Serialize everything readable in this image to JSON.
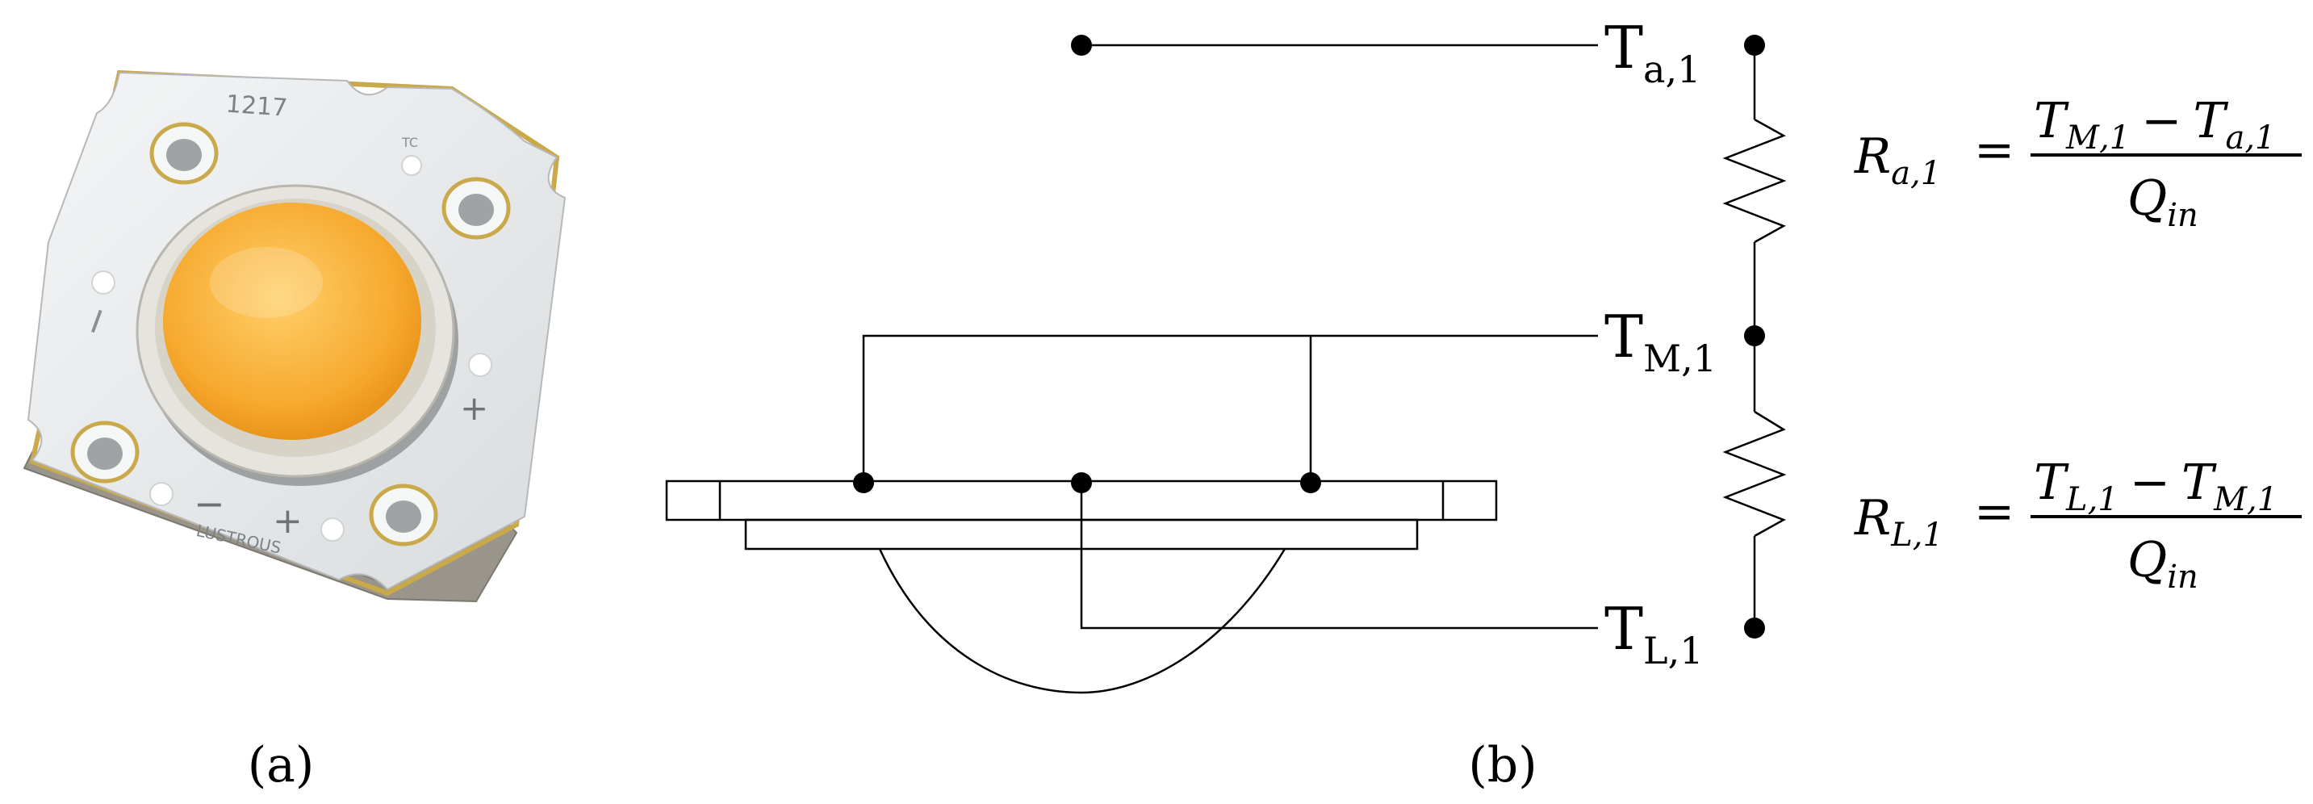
{
  "panels": {
    "a": {
      "label": "(a)",
      "chip_marking": "1217",
      "chip_tc": "TC",
      "chip_brand": "LUSTROUS",
      "chip_minus": "−",
      "chip_plus": "+"
    },
    "b": {
      "label": "(b)"
    }
  },
  "nodes": {
    "ta1": {
      "main": "T",
      "sub": "a,1"
    },
    "tm1": {
      "main": "T",
      "sub": "M,1"
    },
    "tl1": {
      "main": "T",
      "sub": "L,1"
    }
  },
  "equations": {
    "ra1": {
      "lhs_main": "R",
      "lhs_sub": "a,1",
      "num_a_main": "T",
      "num_a_sub": "M,1",
      "minus": "−",
      "num_b_main": "T",
      "num_b_sub": "a,1",
      "den_main": "Q",
      "den_sub": "in",
      "equals": "="
    },
    "rl1": {
      "lhs_main": "R",
      "lhs_sub": "L,1",
      "num_a_main": "T",
      "num_a_sub": "L,1",
      "minus": "−",
      "num_b_main": "T",
      "num_b_sub": "M,1",
      "den_main": "Q",
      "den_sub": "in",
      "equals": "="
    }
  },
  "colors": {
    "line": "#000000",
    "chip_body": "#e9ebec",
    "chip_edge": "#8e8a80",
    "lens": "#f6a92e",
    "lens_ring": "#d9d6cf",
    "hole": "#bfc2c3",
    "gold": "#c9a94a"
  }
}
